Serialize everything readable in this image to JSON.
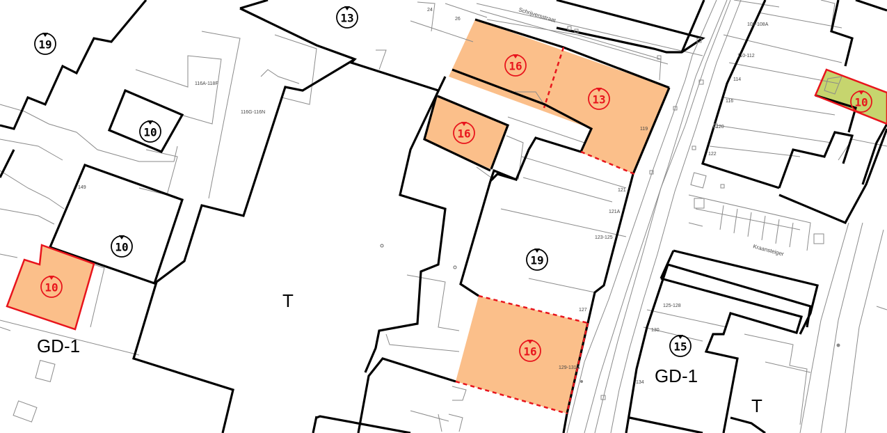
{
  "height_markers": [
    {
      "label": "19",
      "color": "black"
    },
    {
      "label": "13",
      "color": "black"
    },
    {
      "label": "10",
      "color": "black"
    },
    {
      "label": "10",
      "color": "black"
    },
    {
      "label": "10",
      "color": "red"
    },
    {
      "label": "16",
      "color": "red"
    },
    {
      "label": "13",
      "color": "red"
    },
    {
      "label": "16",
      "color": "red"
    },
    {
      "label": "19",
      "color": "black"
    },
    {
      "label": "16",
      "color": "red"
    },
    {
      "label": "15",
      "color": "black"
    },
    {
      "label": "10",
      "color": "red"
    }
  ],
  "zones": [
    "T",
    "GD-1",
    "GD-1",
    "T"
  ],
  "streets": [
    "Schrijversstraat",
    "Kraansteiger"
  ],
  "addresses": [
    "24",
    "26",
    "116A-118F",
    "116G-116N",
    "149",
    "119",
    "121",
    "121A",
    "123-125",
    "127",
    "129-131A",
    "108-108A",
    "110-112",
    "114",
    "116",
    "120",
    "122",
    "125-128",
    "130",
    "134"
  ],
  "colors": {
    "orange_fill": "#fbbf8a",
    "green_fill": "#c6d56e",
    "red_line": "#e8141c",
    "black_line": "#000000",
    "thin_line": "#8a8a8a"
  }
}
